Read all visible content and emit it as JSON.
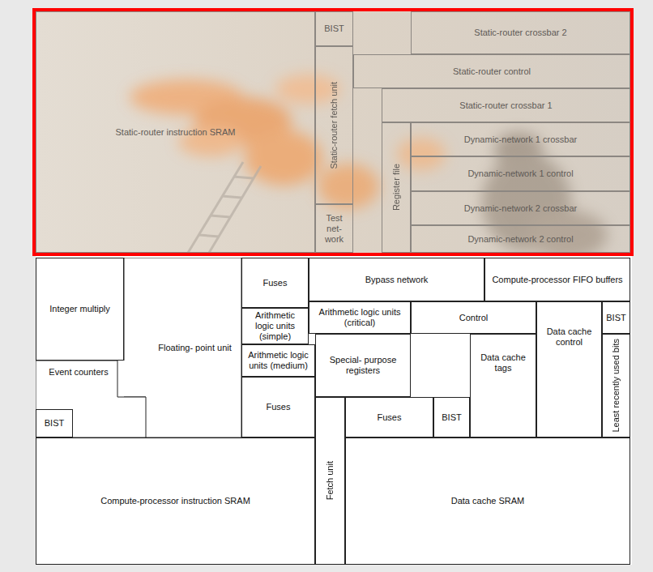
{
  "diagram": {
    "nodes": [
      {
        "text": [
          "Static-router instruction SRAM"
        ]
      },
      {
        "text": [
          "BIST"
        ]
      },
      {
        "text": [
          "Static-router crossbar 2"
        ]
      },
      {
        "text": [
          "Static-router control"
        ]
      },
      {
        "text": [
          "Static-router fetch unit"
        ]
      },
      {
        "text": [
          "Static-router crossbar 1"
        ]
      },
      {
        "text": [
          "Register file"
        ]
      },
      {
        "text": [
          "Dynamic-network 1 crossbar"
        ]
      },
      {
        "text": [
          "Dynamic-network 1 control"
        ]
      },
      {
        "text": [
          "Dynamic-network 2 crossbar"
        ]
      },
      {
        "text": [
          "Test net- work"
        ]
      },
      {
        "text": [
          "Dynamic-network 2 control"
        ]
      },
      {
        "text": [
          "Integer multiply"
        ]
      },
      {
        "text": [
          "Floating- point unit"
        ]
      },
      {
        "text": [
          "Fuses"
        ]
      },
      {
        "text": [
          "Bypass network"
        ]
      },
      {
        "text": [
          "Compute-processor FIFO buffers"
        ]
      },
      {
        "text": [
          "Arithmetic logic units (simple)"
        ]
      },
      {
        "text": [
          "Arithmetic logic units (critical)"
        ]
      },
      {
        "text": [
          "Control"
        ]
      },
      {
        "text": [
          "Data cache control"
        ]
      },
      {
        "text": [
          "BIST"
        ]
      },
      {
        "text": [
          "Arithmetic logic units (medium)"
        ]
      },
      {
        "text": [
          "Special- purpose registers"
        ]
      },
      {
        "text": [
          "Least recently used bits"
        ]
      },
      {
        "text": [
          "Data cache tags"
        ]
      },
      {
        "text": [
          "Event counters"
        ]
      },
      {
        "text": [
          "BIST"
        ]
      },
      {
        "text": [
          "Fuses"
        ]
      },
      {
        "text": [
          "Fuses"
        ]
      },
      {
        "text": [
          "BIST"
        ]
      },
      {
        "text": [
          "Fetch unit"
        ]
      },
      {
        "text": [
          "Compute-processor instruction SRAM"
        ]
      },
      {
        "text": [
          "Data cache SRAM"
        ]
      }
    ]
  }
}
